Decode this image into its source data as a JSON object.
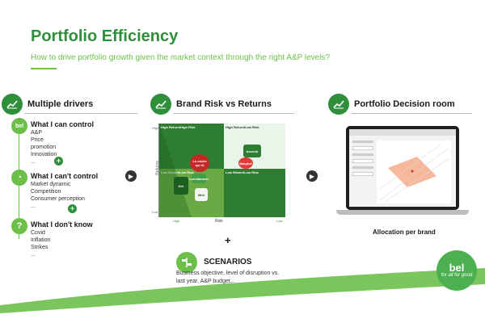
{
  "header": {
    "title": "Portfolio Efficiency",
    "subtitle": "How to drive portfolio growth given the market context through the right A&P levels?"
  },
  "sections": {
    "drivers": "Multiple drivers",
    "risk": "Brand Risk vs Returns",
    "decision": "Portfolio Decision room"
  },
  "drivers": [
    {
      "badge": "bel",
      "title": "What I can control",
      "items": [
        "A&P",
        "Price",
        "promotion",
        "Innovation"
      ],
      "more": "..."
    },
    {
      "badge": "◔",
      "title": "What I can't control",
      "items": [
        "Market dynamic",
        "Competition",
        "Consumer perception"
      ],
      "more": "..."
    },
    {
      "badge": "?",
      "title": "What I don't know",
      "items": [
        "Covid",
        "Inflation",
        "Strikes"
      ],
      "more": "..."
    }
  ],
  "matrix": {
    "q_tl": "High Return/High Risk",
    "q_tr": "High Return/Low Risk",
    "q_bl": "Low Return/Low Risk",
    "q_br": "Low Return/Low Risk",
    "y_label": "Returns",
    "x_label": "Risk",
    "x_ticks": [
      "High",
      "Low"
    ],
    "y_ticks": [
      "High",
      "Low"
    ],
    "logos": [
      "La vache qui rit",
      "boursin",
      "Babybel",
      "Kiri",
      "Leerdammer",
      "Mini"
    ]
  },
  "scenarios": {
    "plus": "+",
    "title": "SCENARIOS",
    "description": "Business objective, level of disruption vs. last year, A&P budget..."
  },
  "decision_room": {
    "caption": "Allocation per brand"
  },
  "brand": {
    "name": "bel",
    "tagline": "for all for good",
    "colors": {
      "primary": "#2f8f3a",
      "accent": "#6cc04a"
    }
  }
}
